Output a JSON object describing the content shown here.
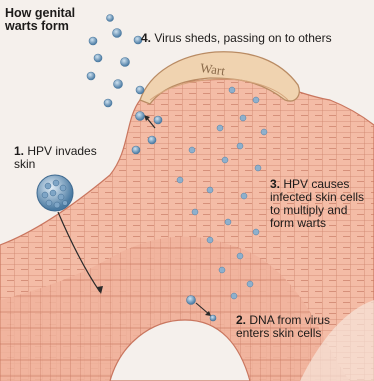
{
  "title": {
    "line1": "How genital",
    "line2": "warts form"
  },
  "wart_label": "Wart",
  "steps": [
    {
      "num": "1.",
      "lines": [
        "HPV invades",
        "skin"
      ]
    },
    {
      "num": "2.",
      "lines": [
        "DNA from virus",
        "enters skin cells"
      ]
    },
    {
      "num": "3.",
      "lines": [
        "HPV causes",
        "infected skin cells",
        "to multiply and",
        "form warts"
      ]
    },
    {
      "num": "4.",
      "lines": [
        "Virus sheds, passing on to others"
      ]
    }
  ],
  "colors": {
    "skin_fill": "#f2b8a2",
    "skin_cell_line": "#c97a63",
    "wart_fill": "#f1d6b4",
    "virus_blue": "#5b87ad",
    "background": "#f5f0ec"
  },
  "icons": [
    "virus-particle-icon",
    "arrow-icon"
  ]
}
